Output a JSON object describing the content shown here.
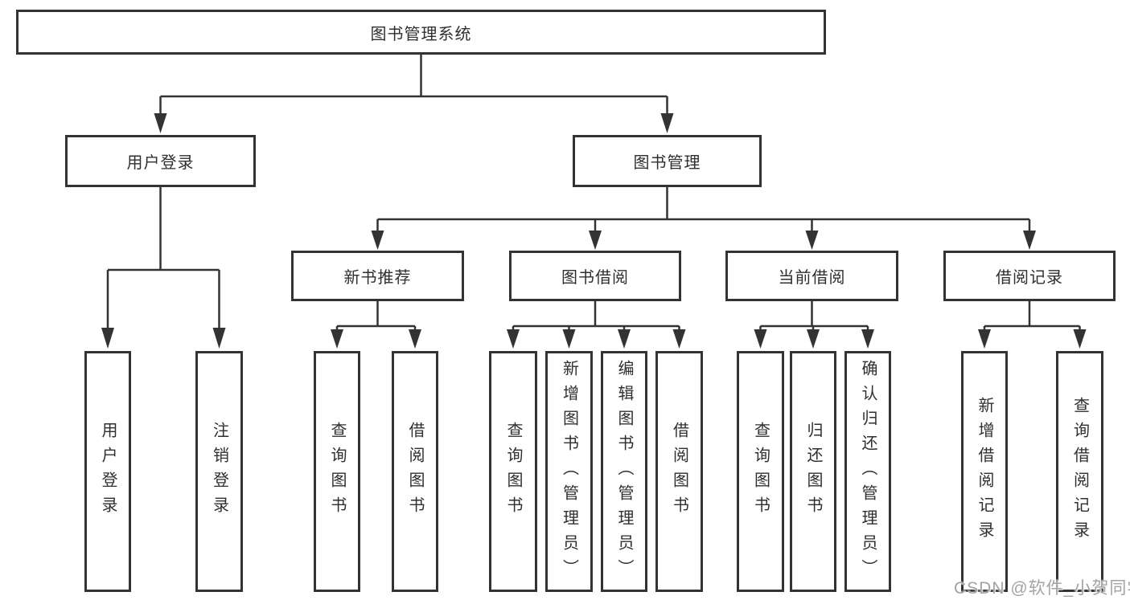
{
  "diagram": {
    "root": {
      "label": "图书管理系统"
    },
    "branches": [
      {
        "label": "用户登录"
      },
      {
        "label": "图书管理"
      }
    ],
    "modules": [
      {
        "label": "新书推荐"
      },
      {
        "label": "图书借阅"
      },
      {
        "label": "当前借阅"
      },
      {
        "label": "借阅记录"
      }
    ],
    "leaves": [
      {
        "label": "用户登录"
      },
      {
        "label": "注销登录"
      },
      {
        "label": "查询图书"
      },
      {
        "label": "借阅图书"
      },
      {
        "label": "查询图书"
      },
      {
        "label": "新增图书（管理员）"
      },
      {
        "label": "编辑图书（管理员）"
      },
      {
        "label": "借阅图书"
      },
      {
        "label": "查询图书"
      },
      {
        "label": "归还图书"
      },
      {
        "label": "确认归还（管理员）"
      },
      {
        "label": "新增借阅记录"
      },
      {
        "label": "查询借阅记录"
      }
    ]
  },
  "watermark": {
    "text": "CSDN @软件_小贺同学"
  },
  "colors": {
    "line": "#333333",
    "text": "#2f2f2f",
    "box_background": "#ffffff",
    "watermark": "#a3a3a3"
  }
}
